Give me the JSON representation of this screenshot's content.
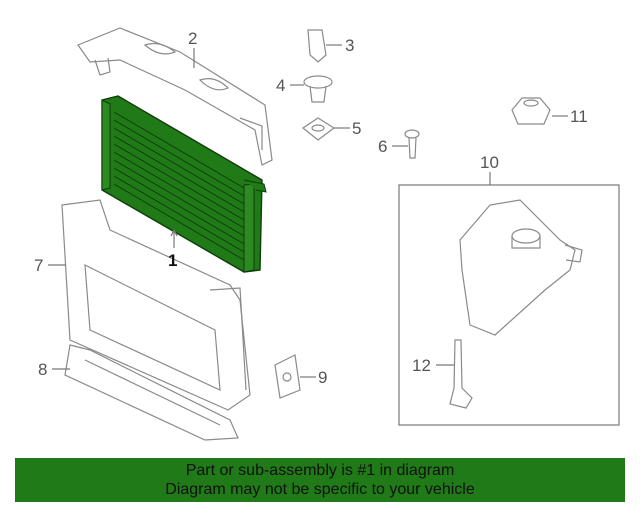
{
  "callouts": {
    "c1": "1",
    "c2": "2",
    "c3": "3",
    "c4": "4",
    "c5": "5",
    "c6": "6",
    "c7": "7",
    "c8": "8",
    "c9": "9",
    "c10": "10",
    "c11": "11",
    "c12": "12"
  },
  "colors": {
    "highlight": "#1f7a17",
    "line": "#8a8a8a"
  },
  "banner": {
    "line1": "Part or sub-assembly is #1 in diagram",
    "line2": "Diagram may not be specific to your vehicle"
  }
}
